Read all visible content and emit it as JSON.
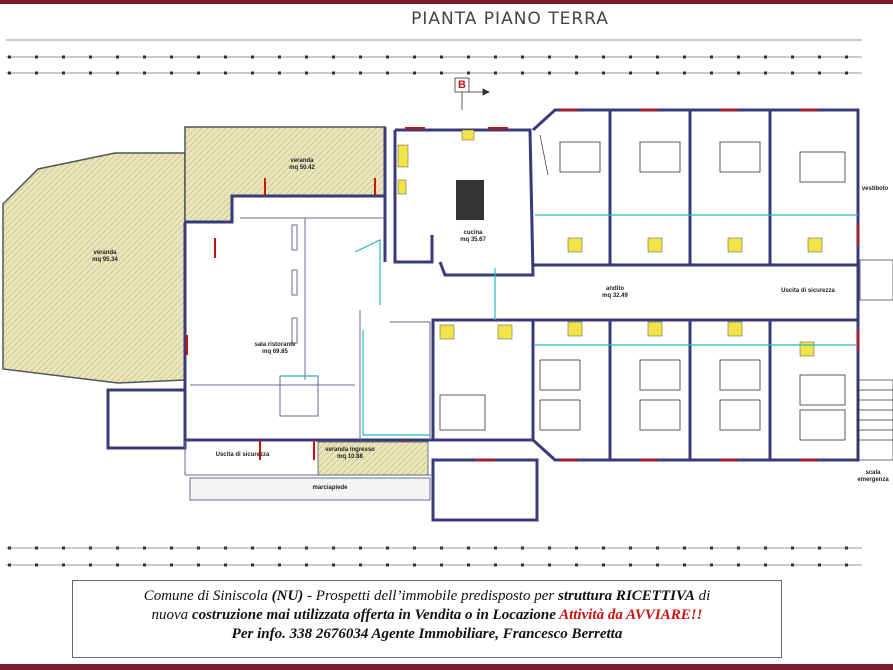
{
  "title": "PIANTA PIANO TERRA",
  "rooms": {
    "veranda_large": {
      "name": "veranda",
      "area": "mq 95.34"
    },
    "veranda_top": {
      "name": "veranda",
      "area": "mq 50.42"
    },
    "cucina": {
      "name": "cucina",
      "area": "mq 35.67"
    },
    "sala": {
      "name": "sala ristorante",
      "area": "mq 69.85"
    },
    "androne": {
      "name": "andito",
      "area": "mq 32.49"
    },
    "veranda_ingresso": {
      "name": "veranda ingresso",
      "area": "mq 10.88"
    },
    "uscita1": "Uscita di sicurezza",
    "uscita2": "Uscita di sicurezza",
    "marciapiede": "marciapiede",
    "scala": "scala emergenza",
    "vestibolo": "vestibolo",
    "section_marker": "B"
  },
  "caption": {
    "l1_a": "Comune di Siniscola ",
    "l1_b": "(NU)",
    "l1_c": " - Prospetti dell’immobile predisposto per ",
    "l1_d": "struttura RICETTIVA",
    "l1_e": " di",
    "l2_a": "nuova ",
    "l2_b": "costruzione mai utilizzata offerta in Vendita o in Locazione",
    "l2_c": " Attività da AVVIARE!!",
    "l3": "Per info. 338 2676034 Agente Immobiliare, Francesco Berretta"
  },
  "colors": {
    "frame": "#7a1f2b",
    "wall": "#5a5aa0",
    "terrace": "#e6e2b4",
    "accent_red": "#cc1111"
  }
}
